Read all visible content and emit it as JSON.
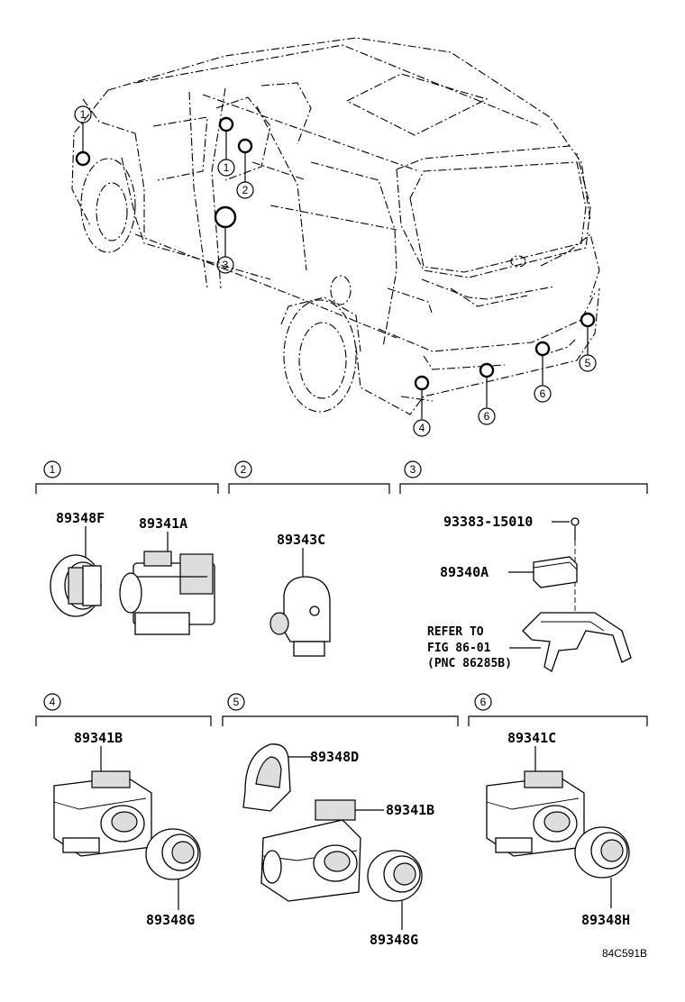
{
  "diagram_code": "84C591B",
  "locations": [
    {
      "number": "1",
      "label": "1"
    },
    {
      "number": "2",
      "label": "2"
    },
    {
      "number": "3",
      "label": "3"
    },
    {
      "number": "4",
      "label": "4"
    },
    {
      "number": "5",
      "label": "5"
    },
    {
      "number": "6",
      "label": "6"
    }
  ],
  "sections": [
    {
      "number": "1",
      "parts": [
        "89348F",
        "89341A"
      ]
    },
    {
      "number": "2",
      "parts": [
        "89343C"
      ]
    },
    {
      "number": "3",
      "parts": [
        "93383-15010",
        "89340A"
      ],
      "note": [
        "REFER TO",
        "FIG 86-01",
        "(PNC 86285B)"
      ]
    },
    {
      "number": "4",
      "parts": [
        "89341B",
        "89348G"
      ]
    },
    {
      "number": "5",
      "parts": [
        "89348D",
        "89341B",
        "89348G"
      ]
    },
    {
      "number": "6",
      "parts": [
        "89341C",
        "89348H"
      ]
    }
  ]
}
